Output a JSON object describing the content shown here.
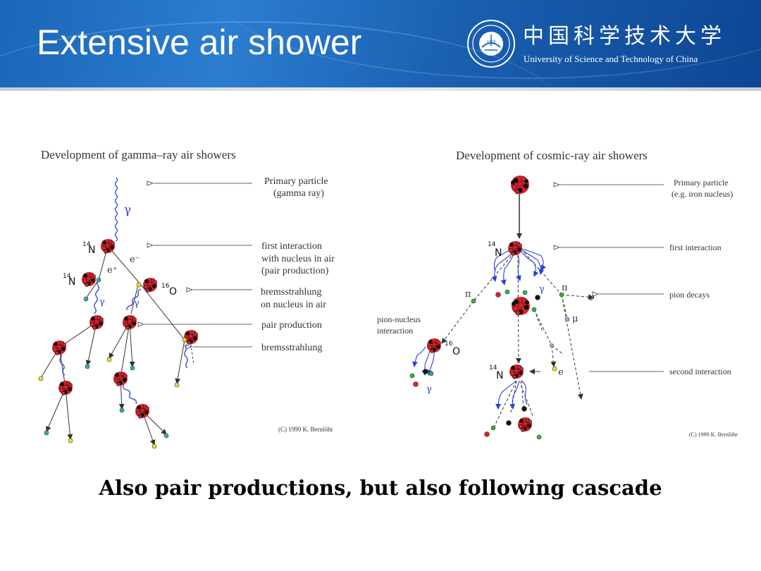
{
  "header": {
    "title": "Extensive air shower",
    "logo_cn": "中国科学技术大学",
    "logo_en": "University of Science and Technology of China",
    "logo_year": "1958"
  },
  "left_diagram": {
    "title": "Development of gamma–ray air showers",
    "labels": {
      "primary_1": "Primary particle",
      "primary_2": "(gamma ray)",
      "first_1": "first interaction",
      "first_2": "with nucleus in air",
      "first_3": "(pair production)",
      "brems1_1": "bremsstrahlung",
      "brems1_2": "on nucleus in air",
      "pair": "pair production",
      "brems2": "bremsstrahlung"
    },
    "credit": "(C) 1999 K. Bernlöhr",
    "symbols": {
      "gamma": "γ",
      "e_minus": "e⁻",
      "e_plus": "e⁺",
      "n14_sup": "14",
      "n14": "N",
      "o16_sup": "16",
      "o16": "O"
    }
  },
  "right_diagram": {
    "title": "Development of cosmic-ray air showers",
    "labels": {
      "primary_1": "Primary particle",
      "primary_2": "(e.g. iron nucleus)",
      "first": "first interaction",
      "pion_decays": "pion decays",
      "pion_nucleus_1": "pion-nucleus",
      "pion_nucleus_2": "interaction",
      "second": "second interaction"
    },
    "credit": "(C) 1999 K. Bernlöhr",
    "symbols": {
      "pi": "π",
      "nu": "ν",
      "mu": "μ",
      "e": "e",
      "gamma": "γ",
      "n14_sup": "14",
      "n14": "N",
      "o16_sup": "16",
      "o16": "O"
    }
  },
  "footer": "Also pair productions, but also following cascade",
  "colors": {
    "header_blue": "#1b66b8",
    "nucleus_red": "#e0202a",
    "photon_blue": "#2a3fe0",
    "particle_cyan": "#2ab3b8",
    "particle_yellow": "#f2e21a",
    "particle_green": "#2dbb3a"
  }
}
